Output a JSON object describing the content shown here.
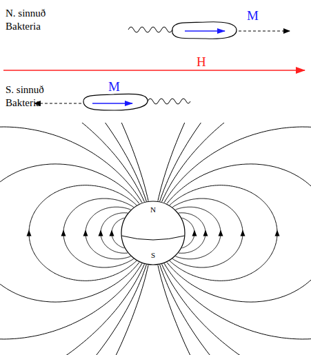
{
  "diagram": {
    "nodes": [
      {
        "text": [
          "N",
          "S"
        ]
      }
    ],
    "labels": [
      "N. sinnuð Bakteria",
      "M",
      "H",
      "S. sinnuð Bakteria",
      "M"
    ]
  }
}
